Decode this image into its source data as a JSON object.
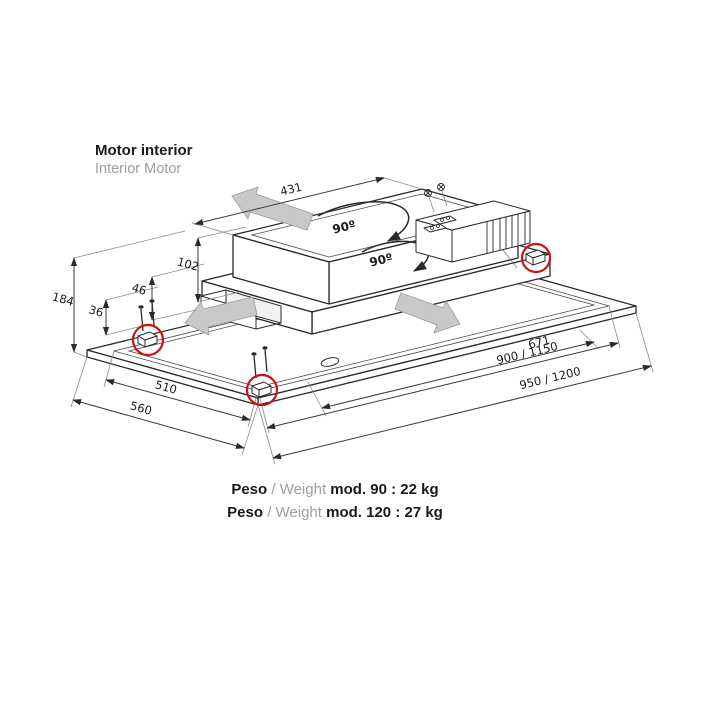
{
  "header": {
    "title_primary": "Motor interior",
    "title_secondary": "Interior Motor"
  },
  "diagram": {
    "dims": {
      "motor_width": "431",
      "motor_height": "102",
      "total_height": "184",
      "panel_height": "36",
      "lip_height": "46",
      "rotation_a": "90º",
      "rotation_b": "90º",
      "filter_length": "671",
      "inner_length": "900 / 1150",
      "outer_length": "950 / 1200",
      "inner_depth": "510",
      "outer_depth": "560"
    },
    "colors": {
      "outline": "#2a2a2a",
      "highlight": "#cc1111",
      "airflow": "#c9c9c9",
      "dimension": "#3a3a3a"
    }
  },
  "weights": {
    "rows": [
      {
        "label_es": "Peso",
        "divider": "/",
        "label_en": "Weight",
        "value": "mod. 90 : 22 kg"
      },
      {
        "label_es": "Peso",
        "divider": "/",
        "label_en": "Weight",
        "value": "mod. 120 : 27 kg"
      }
    ]
  }
}
